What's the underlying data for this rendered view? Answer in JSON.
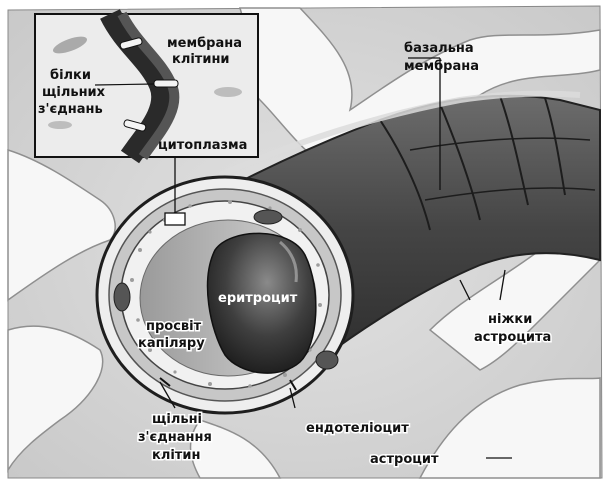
{
  "labels": {
    "membrane": [
      "мембрана",
      "клітини"
    ],
    "proteins": [
      "білки",
      "щільних",
      "з'єднань"
    ],
    "cytoplasm": "цитоплазма",
    "basal_membrane": [
      "базальна",
      "мембрана"
    ],
    "erythrocyte": "еритроцит",
    "lumen": [
      "просвіт",
      "капіляру"
    ],
    "astrocyte_feet": [
      "ніжки",
      "астроцита"
    ],
    "tight_junctions": [
      "щільні",
      "з'єднання",
      "клітин"
    ],
    "endotheliocyte": "ендотеліоцит",
    "astrocyte": "астроцит"
  }
}
